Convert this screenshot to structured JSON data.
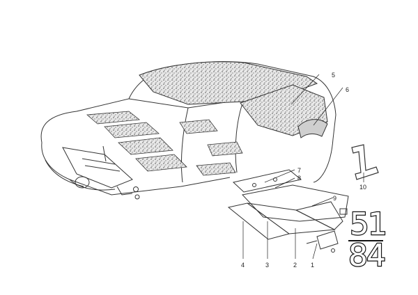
{
  "diagram": {
    "callouts": [
      "1",
      "2",
      "3",
      "4",
      "5",
      "6",
      "7",
      "8",
      "9",
      "10"
    ],
    "group_badge": {
      "top": "51",
      "bottom": "84"
    }
  }
}
